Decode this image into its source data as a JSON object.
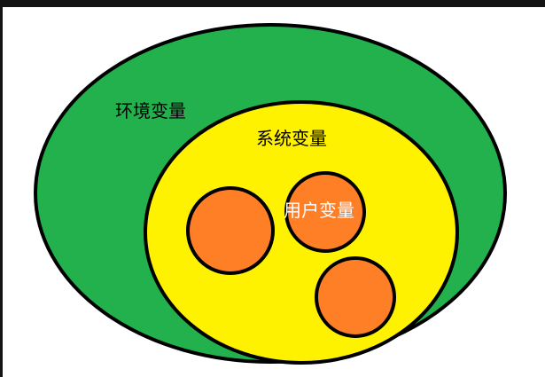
{
  "diagram": {
    "environment_label": "环境变量",
    "system_label": "系统变量",
    "user_label": "用户变量"
  },
  "colors": {
    "environment_fill": "#22b14c",
    "system_fill": "#fff200",
    "user_fill": "#ff7f27",
    "outline": "#000000",
    "frame_border": "#141414"
  }
}
